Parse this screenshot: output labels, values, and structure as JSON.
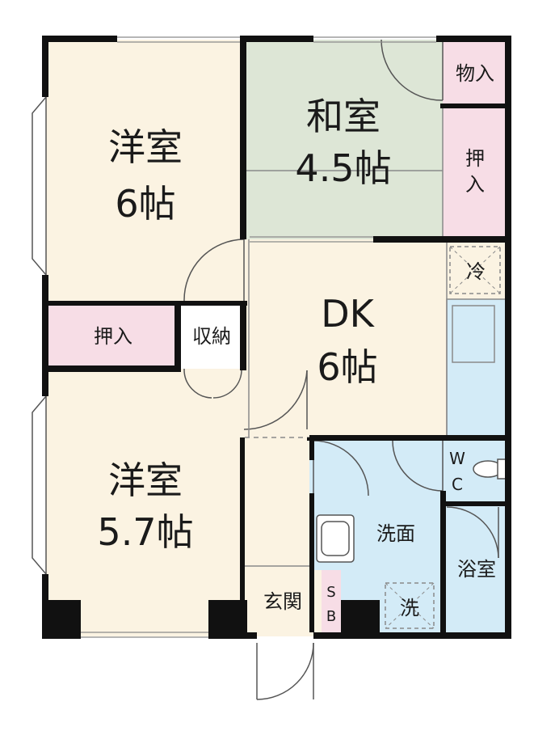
{
  "colors": {
    "wall": "#111111",
    "western": "#fbf3e2",
    "tatami": "#dde6d6",
    "storage": "#f7dde6",
    "wet": "#d3ebf7",
    "dk": "#fbf3e2",
    "line": "#8a8a8a"
  },
  "rooms": {
    "western_top": {
      "name": "洋室",
      "size": "6帖"
    },
    "tatami": {
      "name": "和室",
      "size": "4.5帖"
    },
    "dk": {
      "name": "DK",
      "size": "6帖"
    },
    "western_bottom": {
      "name": "洋室",
      "size": "5.7帖"
    }
  },
  "labels": {
    "storage_mono": "物入",
    "closet_tatami_1": "押",
    "closet_tatami_2": "入",
    "closet_left": "押入",
    "shuno": "収納",
    "fridge": "冷",
    "wc_1": "W",
    "wc_2": "C",
    "senmen": "洗面",
    "bath": "浴室",
    "genkan": "玄関",
    "sb_1": "S",
    "sb_2": "B",
    "washer": "洗"
  }
}
